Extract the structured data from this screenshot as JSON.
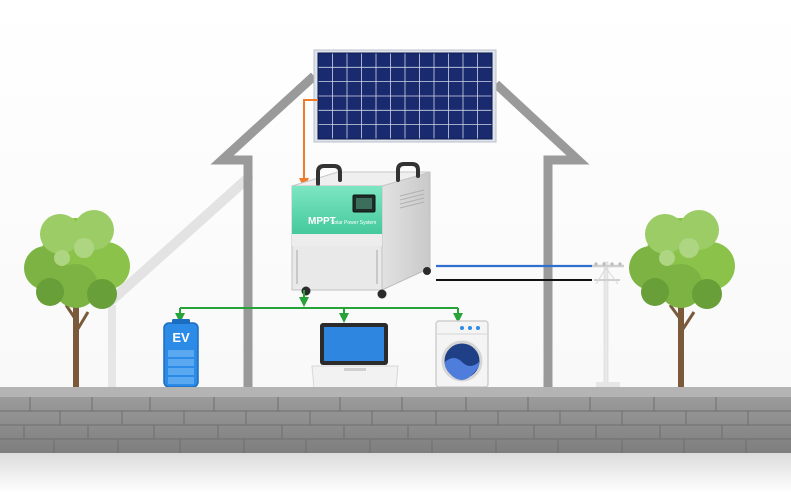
{
  "inverter": {
    "brand_label": "MPPT",
    "product_label": "Solar Power System"
  },
  "devices": {
    "ev_label": "EV"
  },
  "colors": {
    "panel_cell": "#1a2a6e",
    "panel_frame": "#dfe3ec",
    "inverter_accent": "#5ed6ae",
    "inverter_body": "#e9e9e9",
    "flow_line": "#27a33a",
    "solar_line": "#f07c2a",
    "grid_line_blue": "#2f6fcf",
    "grid_line_black": "#111111",
    "house_outline": "#9a9a9a",
    "ev_blue": "#2c8be6",
    "wall_stone": "#8d8d8d"
  }
}
